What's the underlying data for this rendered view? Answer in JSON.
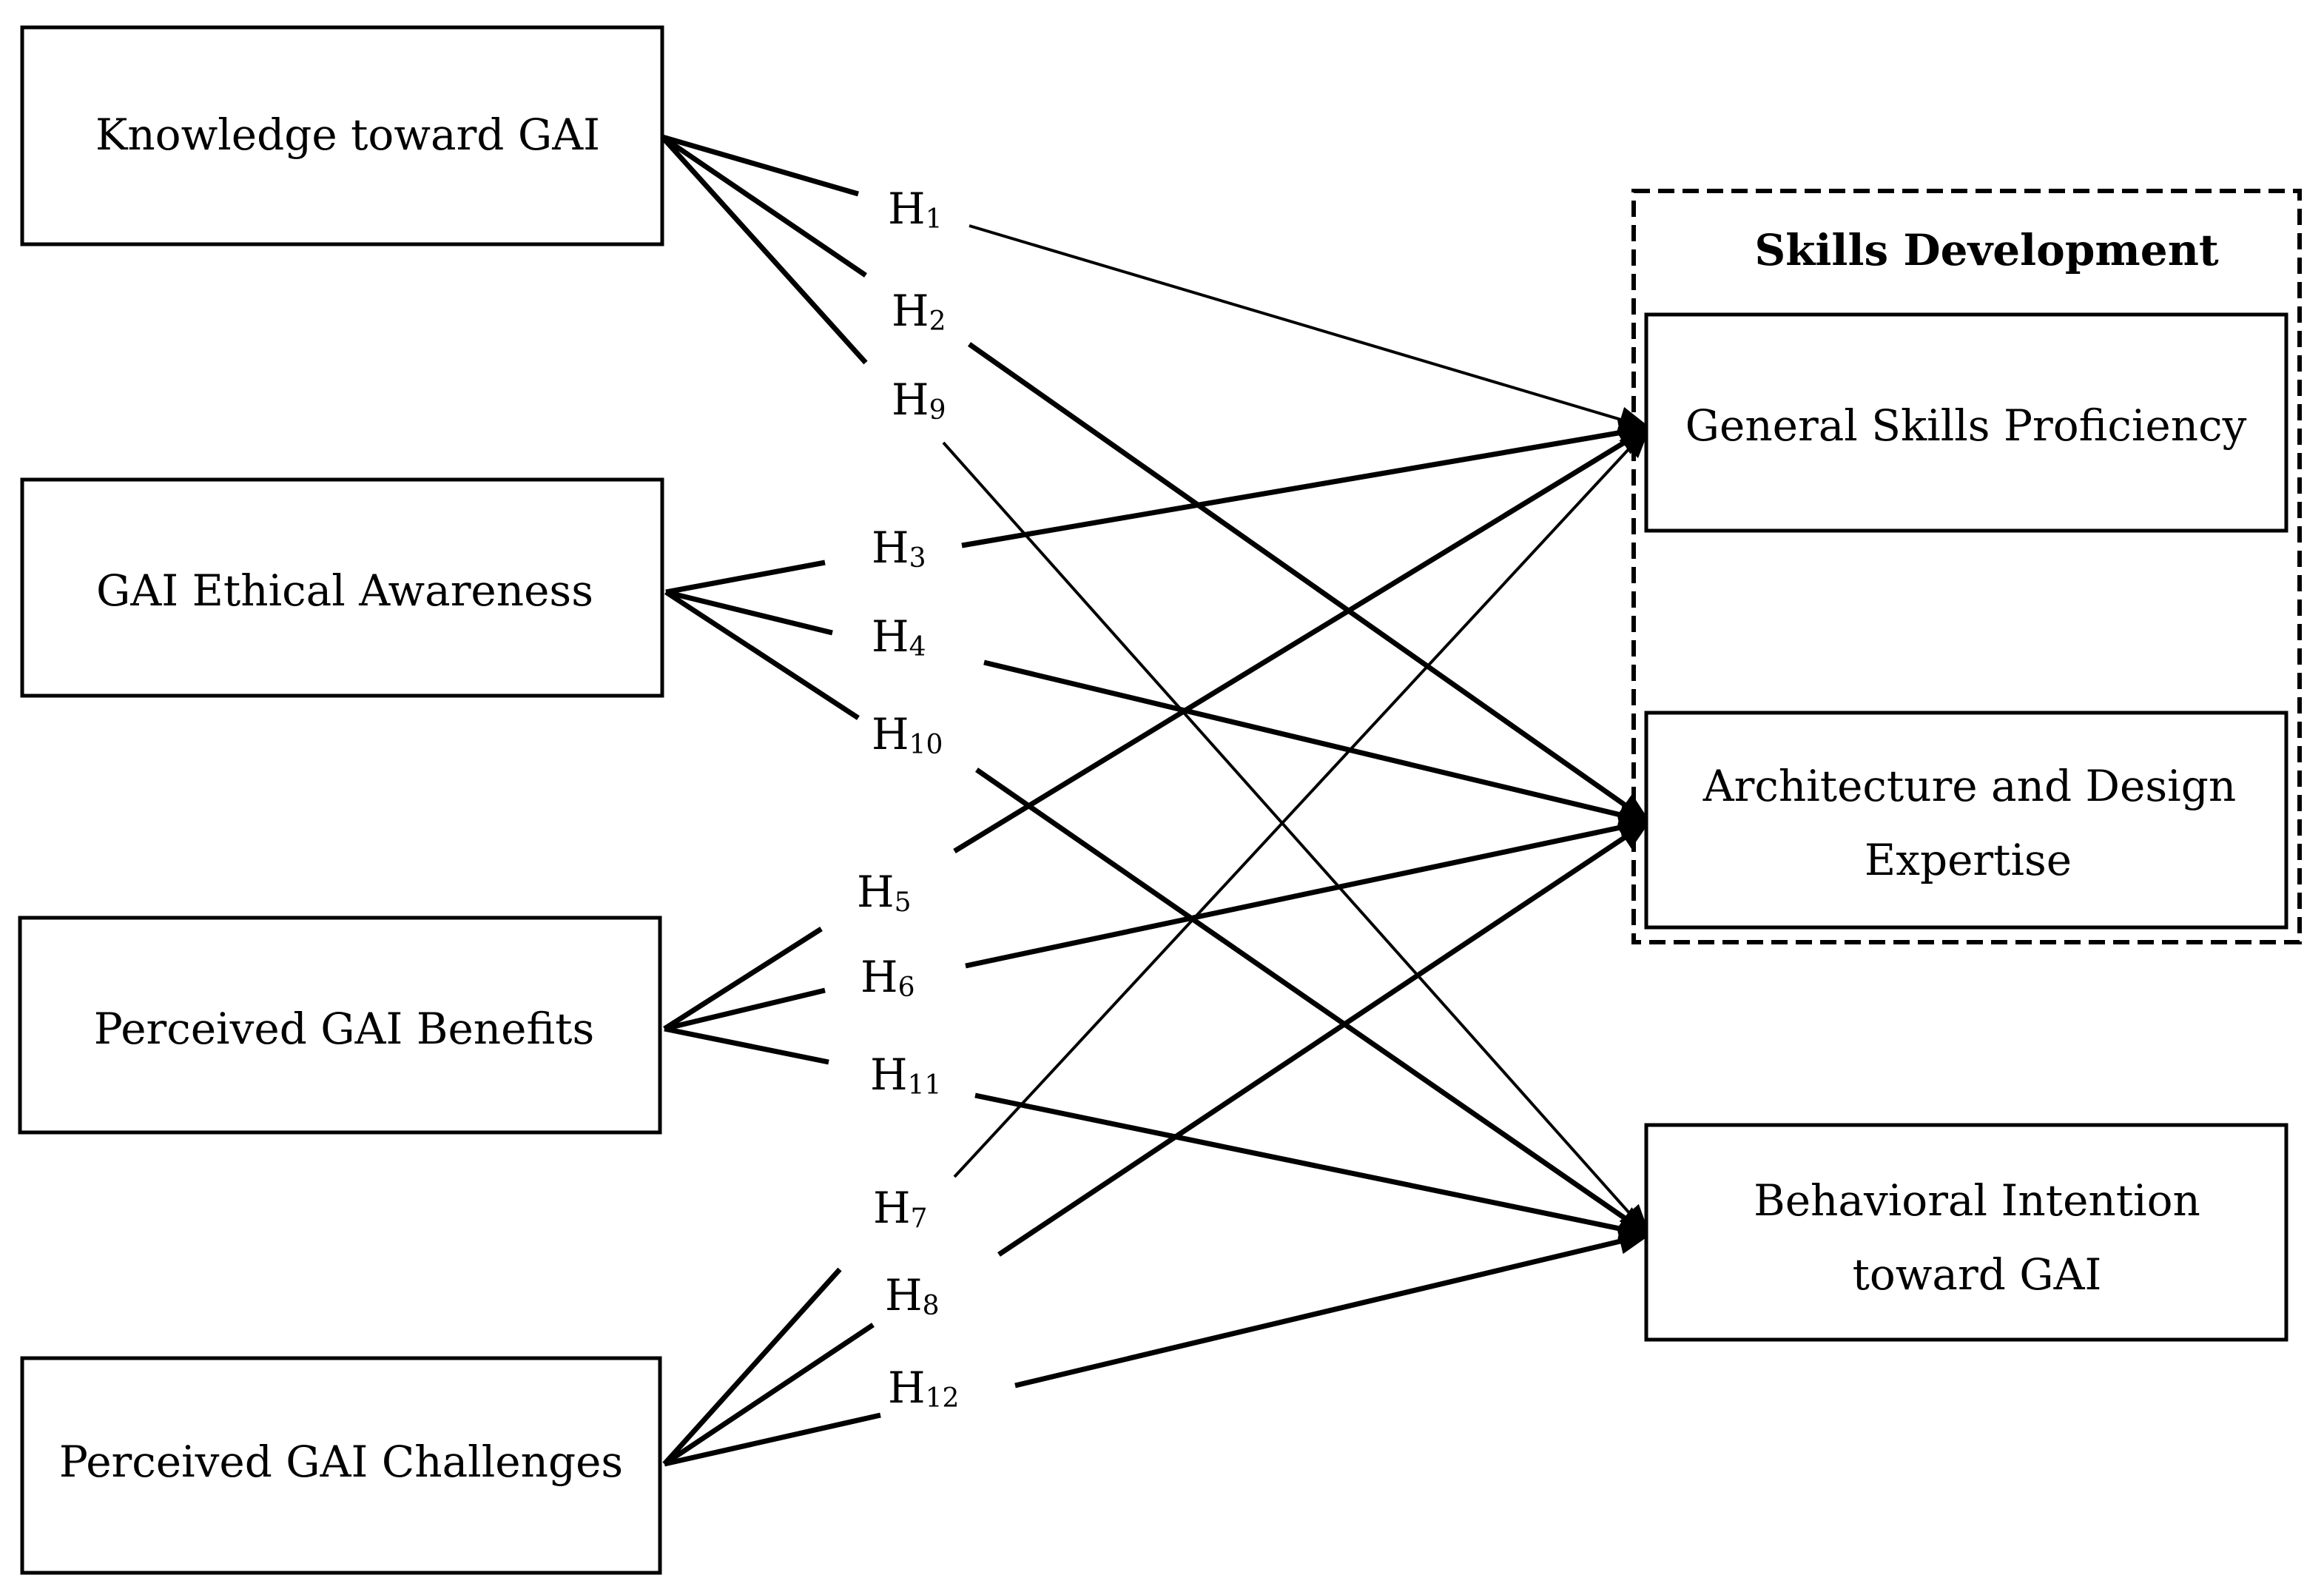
{
  "constructs": {
    "knowledge": "Knowledge toward GAI",
    "ethical": "GAI Ethical Awareness",
    "benefits": "Perceived GAI Benefits",
    "challenges": "Perceived GAI Challenges",
    "general_skills": "General Skills Proficiency",
    "architecture_line1": "Architecture and Design",
    "architecture_line2": "Expertise",
    "intention_line1": "Behavioral Intention",
    "intention_line2": "toward GAI"
  },
  "group": {
    "title": "Skills Development"
  },
  "hypotheses": [
    {
      "id": "h1",
      "letter": "H",
      "number": "1",
      "from": "knowledge",
      "to": "general_skills"
    },
    {
      "id": "h2",
      "letter": "H",
      "number": "2",
      "from": "knowledge",
      "to": "architecture"
    },
    {
      "id": "h9",
      "letter": "H",
      "number": "9",
      "from": "knowledge",
      "to": "intention"
    },
    {
      "id": "h3",
      "letter": "H",
      "number": "3",
      "from": "ethical",
      "to": "general_skills"
    },
    {
      "id": "h4",
      "letter": "H",
      "number": "4",
      "from": "ethical",
      "to": "architecture"
    },
    {
      "id": "h10",
      "letter": "H",
      "number": "10",
      "from": "ethical",
      "to": "intention"
    },
    {
      "id": "h5",
      "letter": "H",
      "number": "5",
      "from": "benefits",
      "to": "general_skills"
    },
    {
      "id": "h6",
      "letter": "H",
      "number": "6",
      "from": "benefits",
      "to": "architecture"
    },
    {
      "id": "h11",
      "letter": "H",
      "number": "11",
      "from": "benefits",
      "to": "intention"
    },
    {
      "id": "h7",
      "letter": "H",
      "number": "7",
      "from": "challenges",
      "to": "general_skills"
    },
    {
      "id": "h8",
      "letter": "H",
      "number": "8",
      "from": "challenges",
      "to": "architecture"
    },
    {
      "id": "h12",
      "letter": "H",
      "number": "12",
      "from": "challenges",
      "to": "intention"
    }
  ]
}
